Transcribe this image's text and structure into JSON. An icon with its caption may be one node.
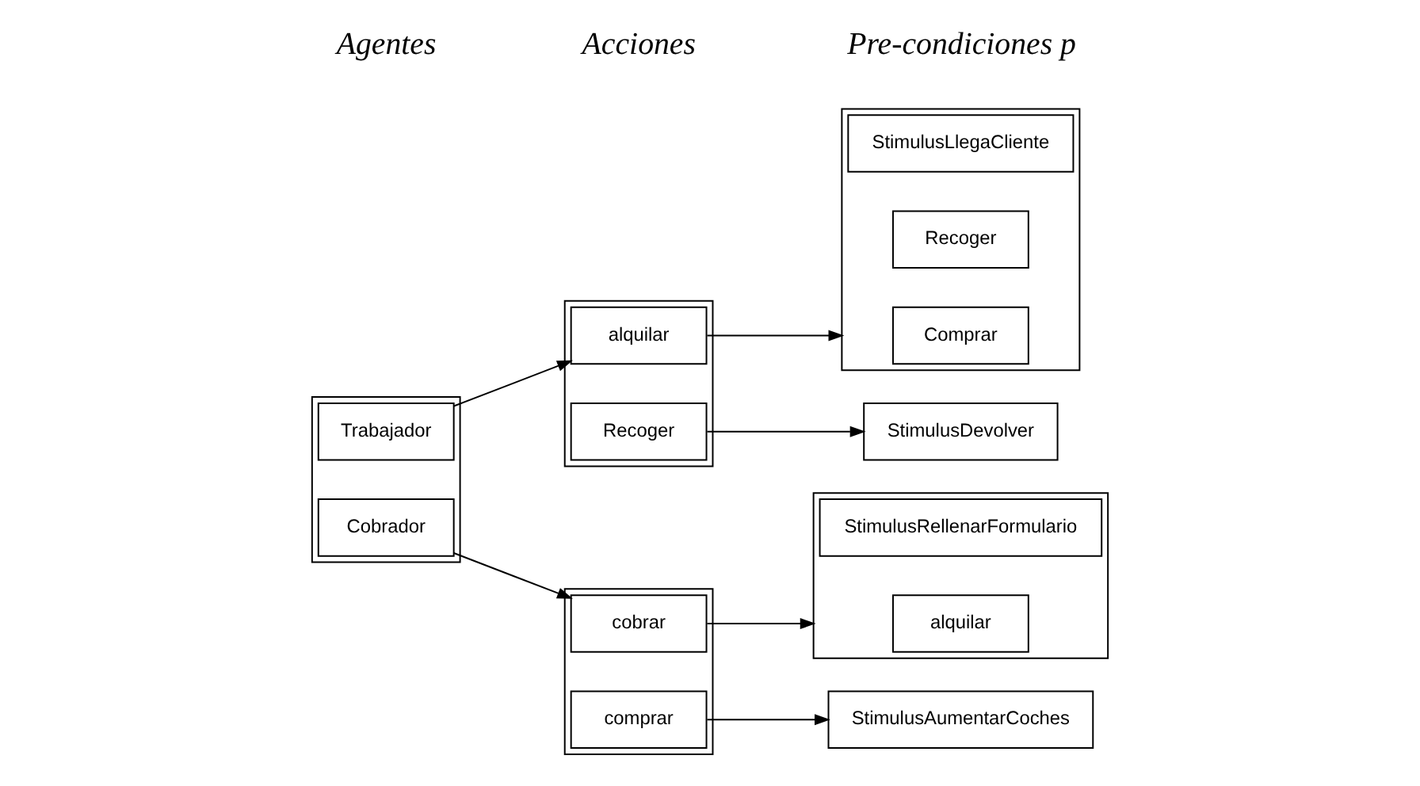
{
  "diagram": {
    "nodes": [
      {
        "text": [],
        "shape": "box"
      },
      {
        "text": [
          "Trabajador"
        ],
        "in": 0
      },
      {
        "text": [
          "Cobrador"
        ],
        "in": 0
      },
      {
        "text": [],
        "shape": "box"
      },
      {
        "text": [
          "alquilar"
        ],
        "in": 3
      },
      {
        "text": [
          "Recoger"
        ],
        "in": 3
      },
      {
        "text": [],
        "shape": "box"
      },
      {
        "text": [
          "Comprar"
        ],
        "in": 6
      },
      {
        "text": [
          "Recoger"
        ],
        "in": 6
      },
      {
        "text": [
          "StimulusLlegaCliente"
        ],
        "in": 6
      },
      {
        "text": [
          "StimulusDevolver"
        ]
      },
      {
        "text": [],
        "shape": "box"
      },
      {
        "text": [
          "cobrar"
        ],
        "in": 11
      },
      {
        "text": [
          "comprar"
        ],
        "in": 11
      },
      {
        "text": [],
        "shape": "box"
      },
      {
        "text": [
          "alquilar"
        ],
        "in": 14
      },
      {
        "text": [
          "StimulusRellenarFormulario"
        ],
        "in": 14
      },
      {
        "text": [
          "StimulusAumentarCoches"
        ]
      }
    ],
    "edges": [
      {
        "from": 1,
        "to": 4,
        "arrow": "to"
      },
      {
        "from": 4,
        "to": 6,
        "arrow": "to"
      },
      {
        "from": 5,
        "to": 10,
        "arrow": "to"
      },
      {
        "from": 2,
        "to": 12,
        "arrow": "to"
      },
      {
        "from": 12,
        "to": 14,
        "arrow": "to"
      },
      {
        "from": 13,
        "to": 17,
        "arrow": "to"
      }
    ],
    "labels": [
      "Pre-condiciones p",
      "Acciones",
      "Agentes"
    ]
  }
}
